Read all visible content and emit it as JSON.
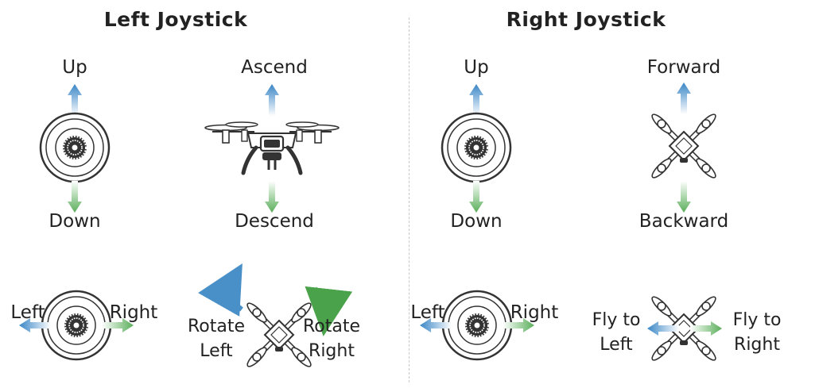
{
  "left": {
    "title": "Left Joystick",
    "top_left": {
      "up": "Up",
      "down": "Down"
    },
    "top_right": {
      "up": "Ascend",
      "down": "Descend"
    },
    "bottom_left": {
      "left": "Left",
      "right": "Right"
    },
    "bottom_right": {
      "left": "Rotate\nLeft",
      "right": "Rotate\nRight"
    }
  },
  "right": {
    "title": "Right Joystick",
    "top_left": {
      "up": "Up",
      "down": "Down"
    },
    "top_right": {
      "up": "Forward",
      "down": "Backward"
    },
    "bottom_left": {
      "left": "Left",
      "right": "Right"
    },
    "bottom_right": {
      "left": "Fly to\nLeft",
      "right": "Fly to\nRight"
    }
  },
  "colors": {
    "arrow_blue": "#4a90c8",
    "arrow_green": "#6ab86a",
    "outline": "#333333"
  },
  "icons": [
    "joystick-icon",
    "drone-side-icon",
    "drone-top-icon",
    "arrow-icon",
    "rotate-arrow-icon"
  ]
}
